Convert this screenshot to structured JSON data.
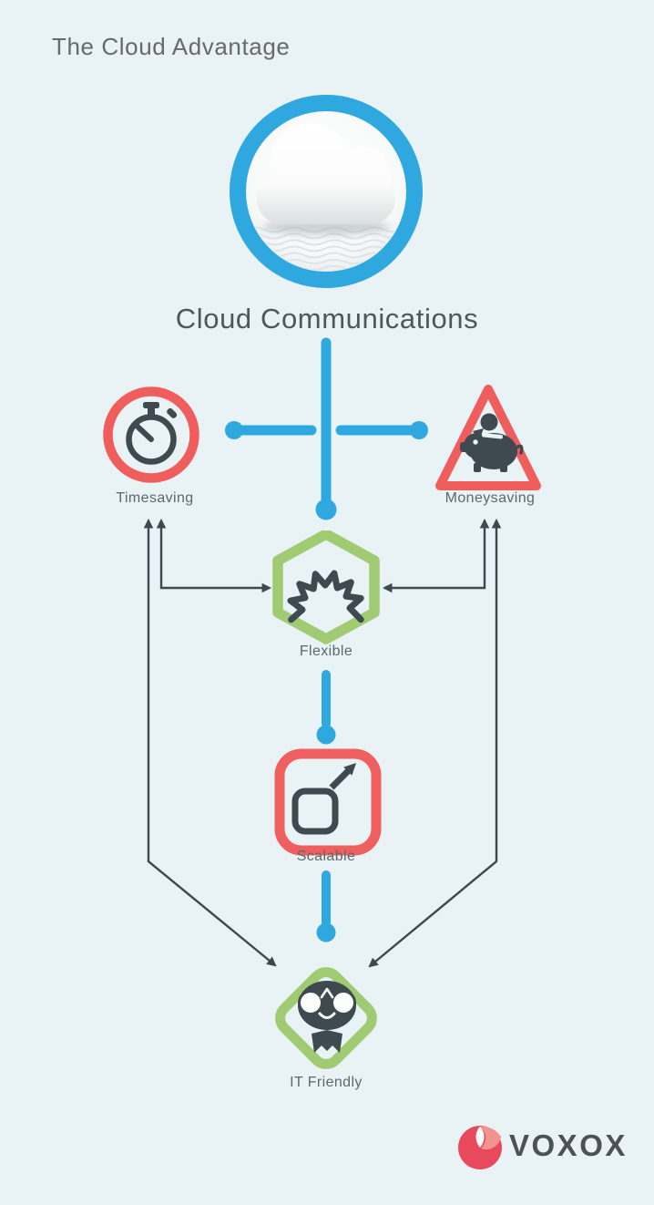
{
  "title": "The Cloud Advantage",
  "hub": {
    "label": "Cloud Communications",
    "icon": "cloud-icon"
  },
  "nodes": [
    {
      "id": "timesaving",
      "label": "Timesaving",
      "icon": "stopwatch-icon",
      "shape": "circle",
      "accent": "#f05d5d"
    },
    {
      "id": "moneysaving",
      "label": "Moneysaving",
      "icon": "piggy-bank-icon",
      "shape": "triangle",
      "accent": "#f05d5d"
    },
    {
      "id": "flexible",
      "label": "Flexible",
      "icon": "coil-spring-icon",
      "shape": "hexagon",
      "accent": "#a0cb72"
    },
    {
      "id": "scalable",
      "label": "Scalable",
      "icon": "expand-arrow-icon",
      "shape": "rounded-square",
      "accent": "#f05f5f"
    },
    {
      "id": "it-friendly",
      "label": "IT Friendly",
      "icon": "geek-face-icon",
      "shape": "diamond",
      "accent": "#a0cb72"
    }
  ],
  "brand": {
    "name": "VOXOX",
    "icon": "voxox-crescent-icon"
  },
  "colors": {
    "background": "#e9f2f5",
    "blue": "#2fa8e0",
    "red": "#f05d5d",
    "green": "#a0cb72",
    "slate": "#3e4a50",
    "label_gray": "#5d676d",
    "title_gray": "#68696b",
    "heading_gray": "#4d575e",
    "brand_red": "#e9495d",
    "brand_pink": "#f29390"
  }
}
